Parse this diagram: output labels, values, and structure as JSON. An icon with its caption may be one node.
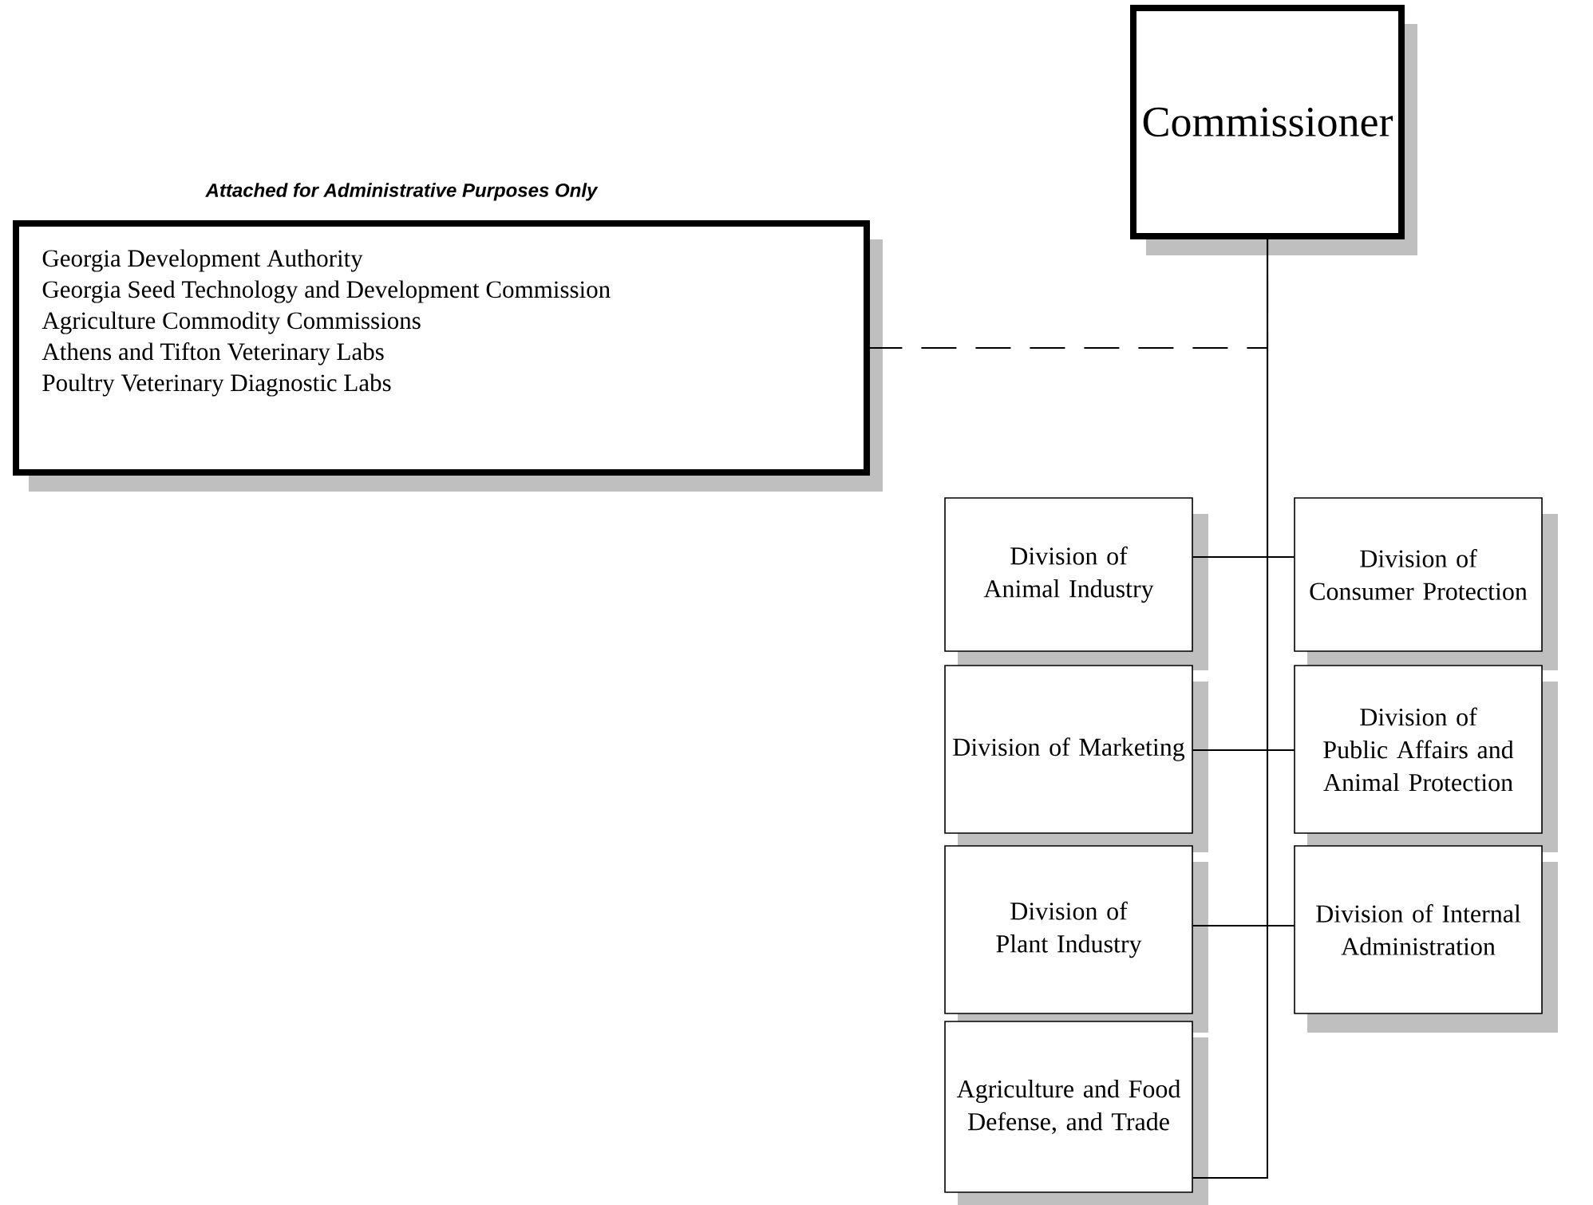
{
  "diagram": {
    "nodes": [
      {
        "text": [
          "Commissioner"
        ]
      },
      {
        "text": [
          "Attached for Administrative Purposes Only",
          "Georgia Development Authority",
          "Georgia Seed Technology and Development Commission",
          "Agriculture Commodity Commissions",
          "Athens and Tifton Veterinary Labs",
          "Poultry Veterinary Diagnostic Labs"
        ]
      },
      {
        "text": [
          "Division of Animal Industry"
        ]
      },
      {
        "text": [
          "Division of Consumer Protection"
        ]
      },
      {
        "text": [
          "Division of Marketing"
        ]
      },
      {
        "text": [
          "Division of Public Affairs and Animal Protection"
        ]
      },
      {
        "text": [
          "Division of Plant Industry"
        ]
      },
      {
        "text": [
          "Division of Internal Administration"
        ]
      },
      {
        "text": [
          "Agriculture and Food Defense, and Trade"
        ]
      }
    ],
    "edges": [
      {
        "from": 1,
        "to": 0,
        "arrow": "none",
        "style": "dashed"
      },
      {
        "from": 0,
        "to": 2,
        "arrow": "none"
      },
      {
        "from": 0,
        "to": 3,
        "arrow": "none"
      },
      {
        "from": 0,
        "to": 4,
        "arrow": "none"
      },
      {
        "from": 0,
        "to": 5,
        "arrow": "none"
      },
      {
        "from": 0,
        "to": 6,
        "arrow": "none"
      },
      {
        "from": 0,
        "to": 7,
        "arrow": "none"
      },
      {
        "from": 0,
        "to": 8,
        "arrow": "none"
      }
    ]
  }
}
